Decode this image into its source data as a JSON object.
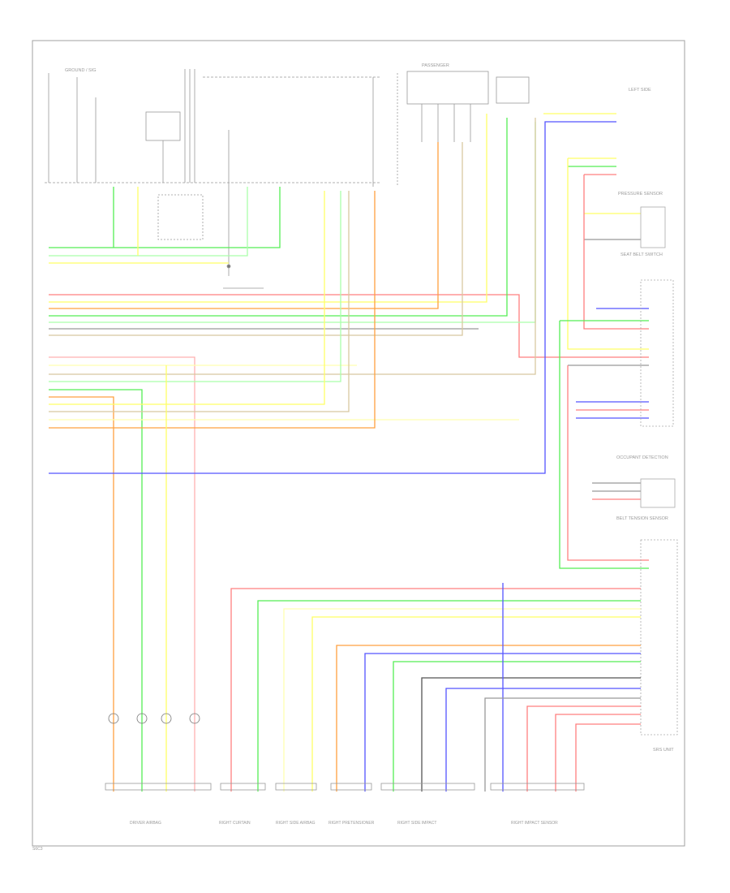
{
  "colors": {
    "red": "#ff7f7f",
    "pink": "#ffb0b0",
    "yellow": "#ffff66",
    "light_yellow": "#ffffb0",
    "green": "#55ee55",
    "light_green": "#aaffaa",
    "blue": "#5555ff",
    "orange": "#ffa040",
    "tan": "#d8c8a0",
    "gray": "#999999",
    "black": "#555555",
    "frame": "#a0a0a0"
  },
  "labels": {
    "ground_top": "GROUND / SIG",
    "passenger_connector": "PASSENGER",
    "left_side_module": "LEFT SIDE",
    "pressure_sensor": "PRESSURE SENSOR",
    "seat_belt_switch": "SEAT BELT SWITCH",
    "occupant_detection": "OCCUPANT DETECTION",
    "belt_tension_sensor": "BELT TENSION SENSOR",
    "srs_unit": "SRS UNIT",
    "driver_airbag": "DRIVER AIRBAG",
    "right_curtain": "RIGHT CURTAIN",
    "right_side_airbag": "RIGHT SIDE AIRBAG",
    "right_pretensioner": "RIGHT PRETENSIONER",
    "right_side_impact": "RIGHT SIDE IMPACT",
    "right_impact_sensor": "RIGHT IMPACT SENSOR",
    "footer_code": "S6C3"
  }
}
